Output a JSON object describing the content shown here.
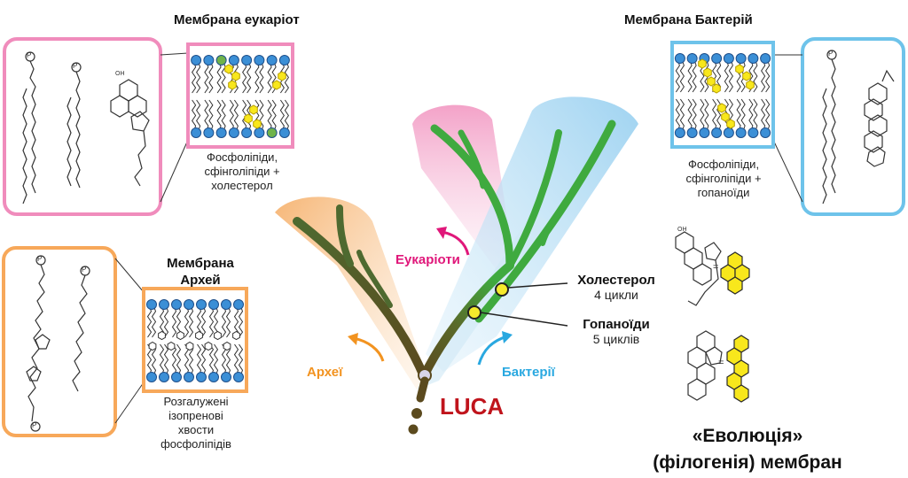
{
  "titles": {
    "eukaryote_membrane": "Мембрана еукаріот",
    "bacteria_membrane": "Мембрана Бактерій",
    "archaea_membrane_line1": "Мембрана",
    "archaea_membrane_line2": "Архей"
  },
  "captions": {
    "eukaryote": [
      "Фосфоліпіди,",
      "сфінголіпіди +",
      "холестерол"
    ],
    "bacteria": [
      "Фосфоліпіди,",
      "сфінголіпіди +",
      "гопаноїди"
    ],
    "archaea": [
      "Розгалужені",
      "ізопренові",
      "хвости",
      "фосфоліпідів"
    ]
  },
  "tree": {
    "eukaryotes": "Еукаріоти",
    "archaea": "Археї",
    "bacteria": "Бактерії",
    "root": "LUCA"
  },
  "markers": {
    "cholesterol_name": "Холестерол",
    "cholesterol_rings": "4 цикли",
    "hopanoid_name": "Гопаноїди",
    "hopanoid_rings": "5 циклів"
  },
  "main_title": [
    "«Еволюція»",
    "(філогенія) мембран"
  ],
  "molecule_labels": {
    "phosphate": "P",
    "hydroxyl": "OH",
    "equals": "="
  },
  "colors": {
    "eukaryote": "#f08cbc",
    "bacteria": "#6ec3ea",
    "archaea": "#f7a85a",
    "branch_green": "#3faa3f",
    "branch_dark": "#5a5a2a",
    "luca": "#c0141c",
    "eukaryote_label": "#e0177a",
    "archaea_label": "#f29320",
    "bacteria_label": "#29a8e0"
  }
}
